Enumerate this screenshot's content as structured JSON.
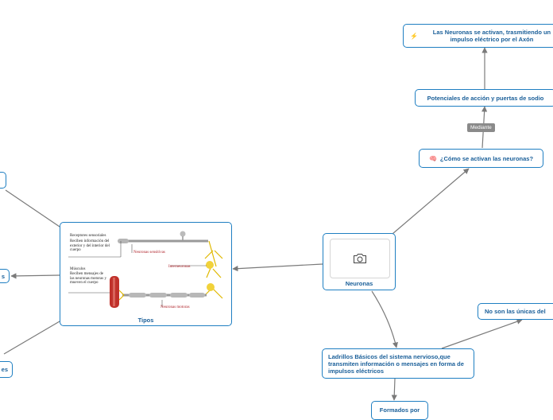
{
  "mindmap": {
    "central": {
      "label": "Neuronas",
      "icon": "camera-icon"
    },
    "tipos": {
      "label": "Tipos",
      "image_labels": {
        "receptores": "Receptores sensoriales",
        "receptores_desc": "Reciben información del exterior y del interior del cuerpo",
        "sensitivas": "Neuronas sensitivas",
        "interneuronas": "Interneuronas",
        "musculos": "Músculos",
        "musculos_desc": "Reciben mensajes de las neuronas motoras y mueven el cuerpo",
        "motoras": "Neuronas motoras"
      }
    },
    "como_activan": {
      "emoji": "🧠",
      "label": "¿Cómo se activan las neuronas?"
    },
    "mediante": "Mediante",
    "potenciales": "Potenciales de acción y puertas de sodio",
    "se_activan": {
      "emoji": "⚡",
      "label": "Las Neuronas se activan, trasmitiendo un impulso eléctrico por el Axón"
    },
    "ladrillos": "Ladrillos Básicos del sistema nervioso,que transmiten información o mensajes en forma de impulsos eléctricos",
    "no_son": "No son las únicas del",
    "formados": "Formados por",
    "left_node_mid": "s",
    "left_node_bottom": "es"
  }
}
